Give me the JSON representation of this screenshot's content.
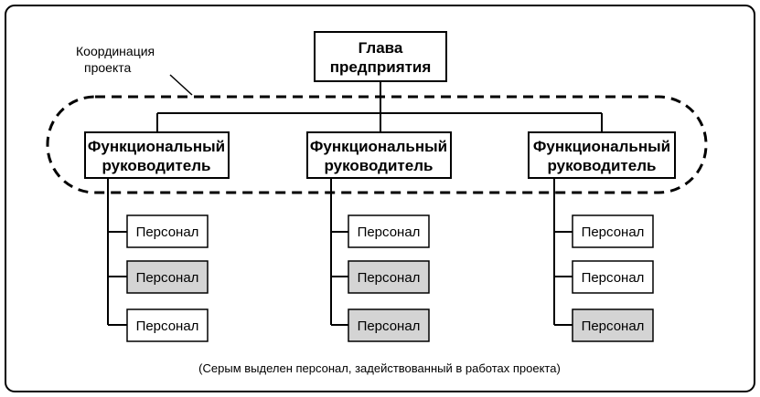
{
  "head": {
    "line1": "Глава",
    "line2": "предприятия"
  },
  "coordination": {
    "line1": "Координация",
    "line2": "проекта"
  },
  "managers": [
    {
      "line1": "Функциональный",
      "line2": "руководитель",
      "staff": [
        {
          "label": "Персонал",
          "highlighted": false
        },
        {
          "label": "Персонал",
          "highlighted": true
        },
        {
          "label": "Персонал",
          "highlighted": false
        }
      ]
    },
    {
      "line1": "Функциональный",
      "line2": "руководитель",
      "staff": [
        {
          "label": "Персонал",
          "highlighted": false
        },
        {
          "label": "Персонал",
          "highlighted": true
        },
        {
          "label": "Персонал",
          "highlighted": true
        }
      ]
    },
    {
      "line1": "Функциональный",
      "line2": "руководитель",
      "staff": [
        {
          "label": "Персонал",
          "highlighted": false
        },
        {
          "label": "Персонал",
          "highlighted": false
        },
        {
          "label": "Персонал",
          "highlighted": true
        }
      ]
    }
  ],
  "note": "(Серым выделен персонал, задействованный в работах проекта)",
  "colors": {
    "highlight": "#d4d4d4",
    "stroke": "#000000",
    "background": "#ffffff"
  }
}
